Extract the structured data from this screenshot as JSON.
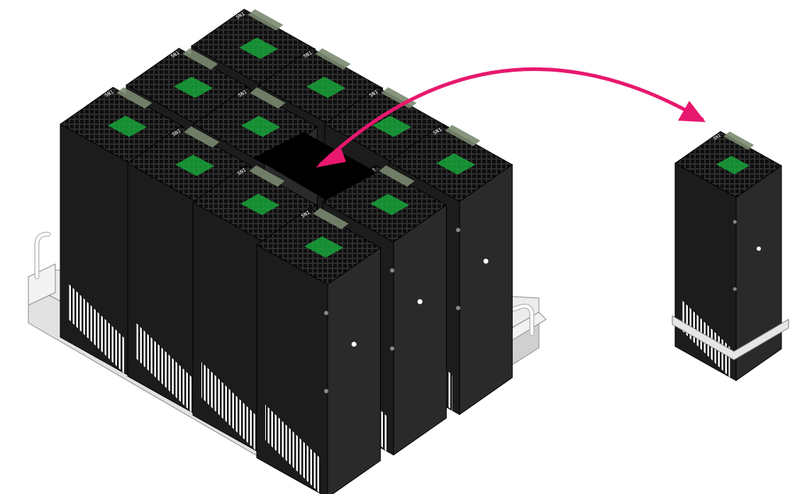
{
  "scene": {
    "description_visible_text": "",
    "module_label": "SN1",
    "colors": {
      "module_body": "#1c1c1c",
      "module_side": "#2a2a2a",
      "module_top": "#3a3a3a",
      "vent_grid": "#111111",
      "pcb_green": "#19a33a",
      "tray_metal": "#e8e8e8",
      "tray_edge": "#9a9a9a",
      "handle_white": "#f2f2f2",
      "arrow": "#e8186e",
      "empty_slot": "#000000"
    },
    "icons": [
      "swap-arrow-icon"
    ],
    "modules_in_rack": 11,
    "modules_removed": 1,
    "empty_slots": 1
  }
}
